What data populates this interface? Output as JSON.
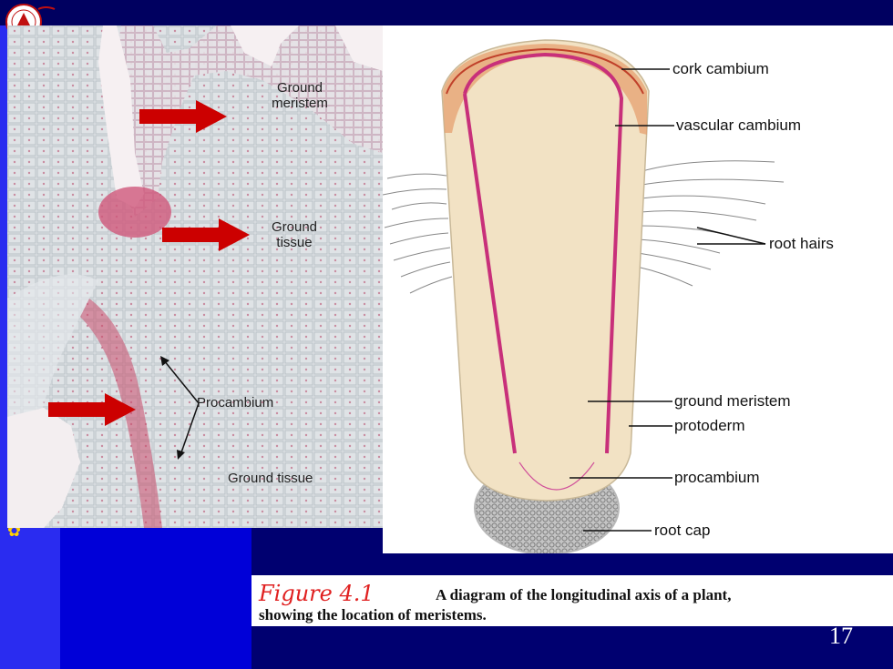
{
  "micrograph": {
    "labels": {
      "ground_meristem_line1": "Ground",
      "ground_meristem_line2": "meristem",
      "ground_tissue_top_line1": "Ground",
      "ground_tissue_top_line2": "tissue",
      "procambium": "Procambium",
      "ground_tissue_bottom": "Ground tissue"
    }
  },
  "diagram": {
    "labels": {
      "cork_cambium": "cork cambium",
      "vascular_cambium": "vascular cambium",
      "root_hairs": "root hairs",
      "ground_meristem": "ground meristem",
      "protoderm": "protoderm",
      "procambium": "procambium",
      "root_cap": "root cap"
    }
  },
  "caption": {
    "figure": "Figure 4.1",
    "text_line1": "A diagram of the longitudinal axis of a plant,",
    "text_line2": "showing the location of meristems."
  },
  "page_number": "17",
  "colors": {
    "arrow": "#cc0000",
    "accent_blue": "#0000d8",
    "side_bar": "#2a2cf0"
  }
}
